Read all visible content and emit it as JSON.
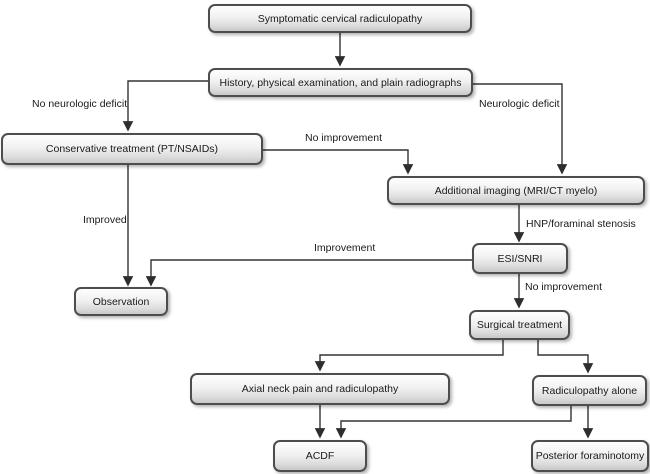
{
  "diagram": {
    "type": "flowchart",
    "background_color": "#ffffff",
    "line_color": "#333333",
    "box_border_color": "#4d4d4d",
    "box_fill_top": "#fefefe",
    "box_fill_bottom": "#c8c8c8",
    "text_color": "#1a1a1a"
  },
  "nodes": {
    "symptomatic": {
      "label": "Symptomatic cervical radiculopathy"
    },
    "history": {
      "label": "History, physical examination, and plain radiographs"
    },
    "conservative": {
      "label": "Conservative treatment (PT/NSAIDs)"
    },
    "imaging": {
      "label": "Additional imaging (MRI/CT myelo)"
    },
    "esi": {
      "label": "ESI/SNRI"
    },
    "observation": {
      "label": "Observation"
    },
    "surgical": {
      "label": "Surgical treatment"
    },
    "axial": {
      "label": "Axial neck pain and radiculopathy"
    },
    "radiculopathy_alone": {
      "label": "Radiculopathy alone"
    },
    "acdf": {
      "label": "ACDF"
    },
    "posterior": {
      "label": "Posterior foraminotomy"
    }
  },
  "edge_labels": {
    "no_neurologic_deficit": "No neurologic deficit",
    "neurologic_deficit": "Neurologic deficit",
    "no_improvement_top": "No improvement",
    "improved": "Improved",
    "improvement": "Improvement",
    "hnp_foraminal_stenosis": "HNP/foraminal stenosis",
    "no_improvement_mid": "No improvement"
  },
  "edges": [
    {
      "from": "symptomatic",
      "to": "history",
      "label": ""
    },
    {
      "from": "history",
      "to": "conservative",
      "label": "No neurologic deficit"
    },
    {
      "from": "history",
      "to": "imaging",
      "label": "Neurologic deficit"
    },
    {
      "from": "conservative",
      "to": "imaging",
      "label": "No improvement"
    },
    {
      "from": "conservative",
      "to": "observation",
      "label": "Improved"
    },
    {
      "from": "imaging",
      "to": "esi",
      "label": "HNP/foraminal stenosis"
    },
    {
      "from": "esi",
      "to": "observation",
      "label": "Improvement"
    },
    {
      "from": "esi",
      "to": "surgical",
      "label": "No improvement"
    },
    {
      "from": "surgical",
      "to": "axial",
      "label": ""
    },
    {
      "from": "surgical",
      "to": "radiculopathy_alone",
      "label": ""
    },
    {
      "from": "axial",
      "to": "acdf",
      "label": ""
    },
    {
      "from": "radiculopathy_alone",
      "to": "acdf",
      "label": ""
    },
    {
      "from": "radiculopathy_alone",
      "to": "posterior",
      "label": ""
    }
  ]
}
